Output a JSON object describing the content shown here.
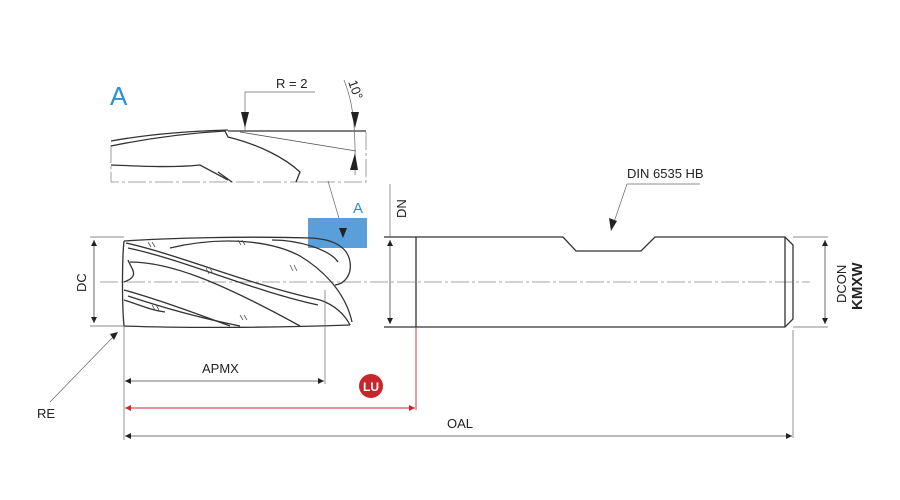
{
  "drawing": {
    "title": "End mill dimension drawing",
    "detail_view": {
      "label": "A",
      "radius_label": "R = 2",
      "angle_label": "10°"
    },
    "callout_label": "A",
    "shank_note": "DIN 6535 HB",
    "dimensions": {
      "dc": "DC",
      "dn": "DN",
      "dcon": "DCON",
      "kmxw": "KMXW",
      "apmx": "APMX",
      "lu": "LU",
      "oal": "OAL",
      "re": "RE"
    },
    "colors": {
      "accent_blue": "#2a8fd6",
      "highlight_blue": "#5a9fd9",
      "lu_red": "#c8262b",
      "line": "#333333"
    }
  }
}
